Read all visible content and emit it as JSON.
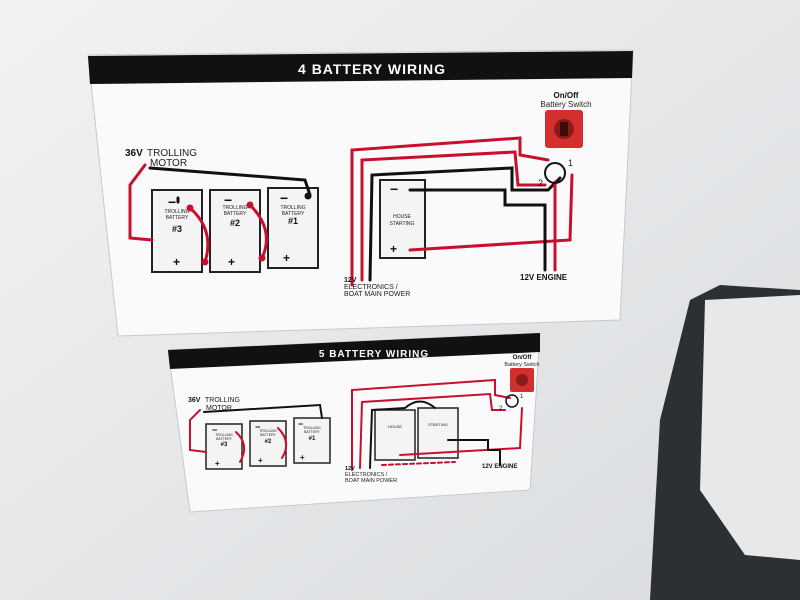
{
  "sticker_top": {
    "title": "4 BATTERY WIRING",
    "switch_label_1": "On/Off",
    "switch_label_2": "Battery Switch",
    "voltage_36": "36V",
    "trolling_motor_1": "TROLLING",
    "trolling_motor_2": "MOTOR",
    "batteries": [
      {
        "line1": "TROLLING",
        "line2": "BATTERY",
        "number": "#3"
      },
      {
        "line1": "TROLLING",
        "line2": "BATTERY",
        "number": "#2"
      },
      {
        "line1": "TROLLING",
        "line2": "BATTERY",
        "number": "#1"
      }
    ],
    "house_line1": "HOUSE",
    "house_line2": "STARTING",
    "elec_1": "12V",
    "elec_2": "ELECTRONICS /",
    "elec_3": "BOAT MAIN POWER",
    "engine": "12V ENGINE",
    "switch_pos_1": "1",
    "switch_pos_2": "2",
    "minus": "−",
    "plus": "+"
  },
  "sticker_bottom": {
    "title": "5 BATTERY WIRING",
    "switch_label_1": "On/Off",
    "switch_label_2": "Battery Switch",
    "voltage_36": "36V",
    "trolling_motor_1": "TROLLING",
    "trolling_motor_2": "MOTOR",
    "batteries": [
      {
        "line1": "TROLLING",
        "line2": "BATTERY",
        "number": "#3"
      },
      {
        "line1": "TROLLING",
        "line2": "BATTERY",
        "number": "#2"
      },
      {
        "line1": "TROLLING",
        "line2": "BATTERY",
        "number": "#1"
      }
    ],
    "house": "HOUSE",
    "starting": "STARTING",
    "elec_1": "12V",
    "elec_2": "ELECTRONICS /",
    "elec_3": "BOAT MAIN POWER",
    "engine": "12V ENGINE",
    "switch_pos_1": "1",
    "switch_pos_2": "2",
    "minus": "−",
    "plus": "+"
  },
  "colors": {
    "wire_red": "#c8102e",
    "wire_black": "#111111",
    "banner": "#111111",
    "switch_red": "#d32f2f"
  }
}
